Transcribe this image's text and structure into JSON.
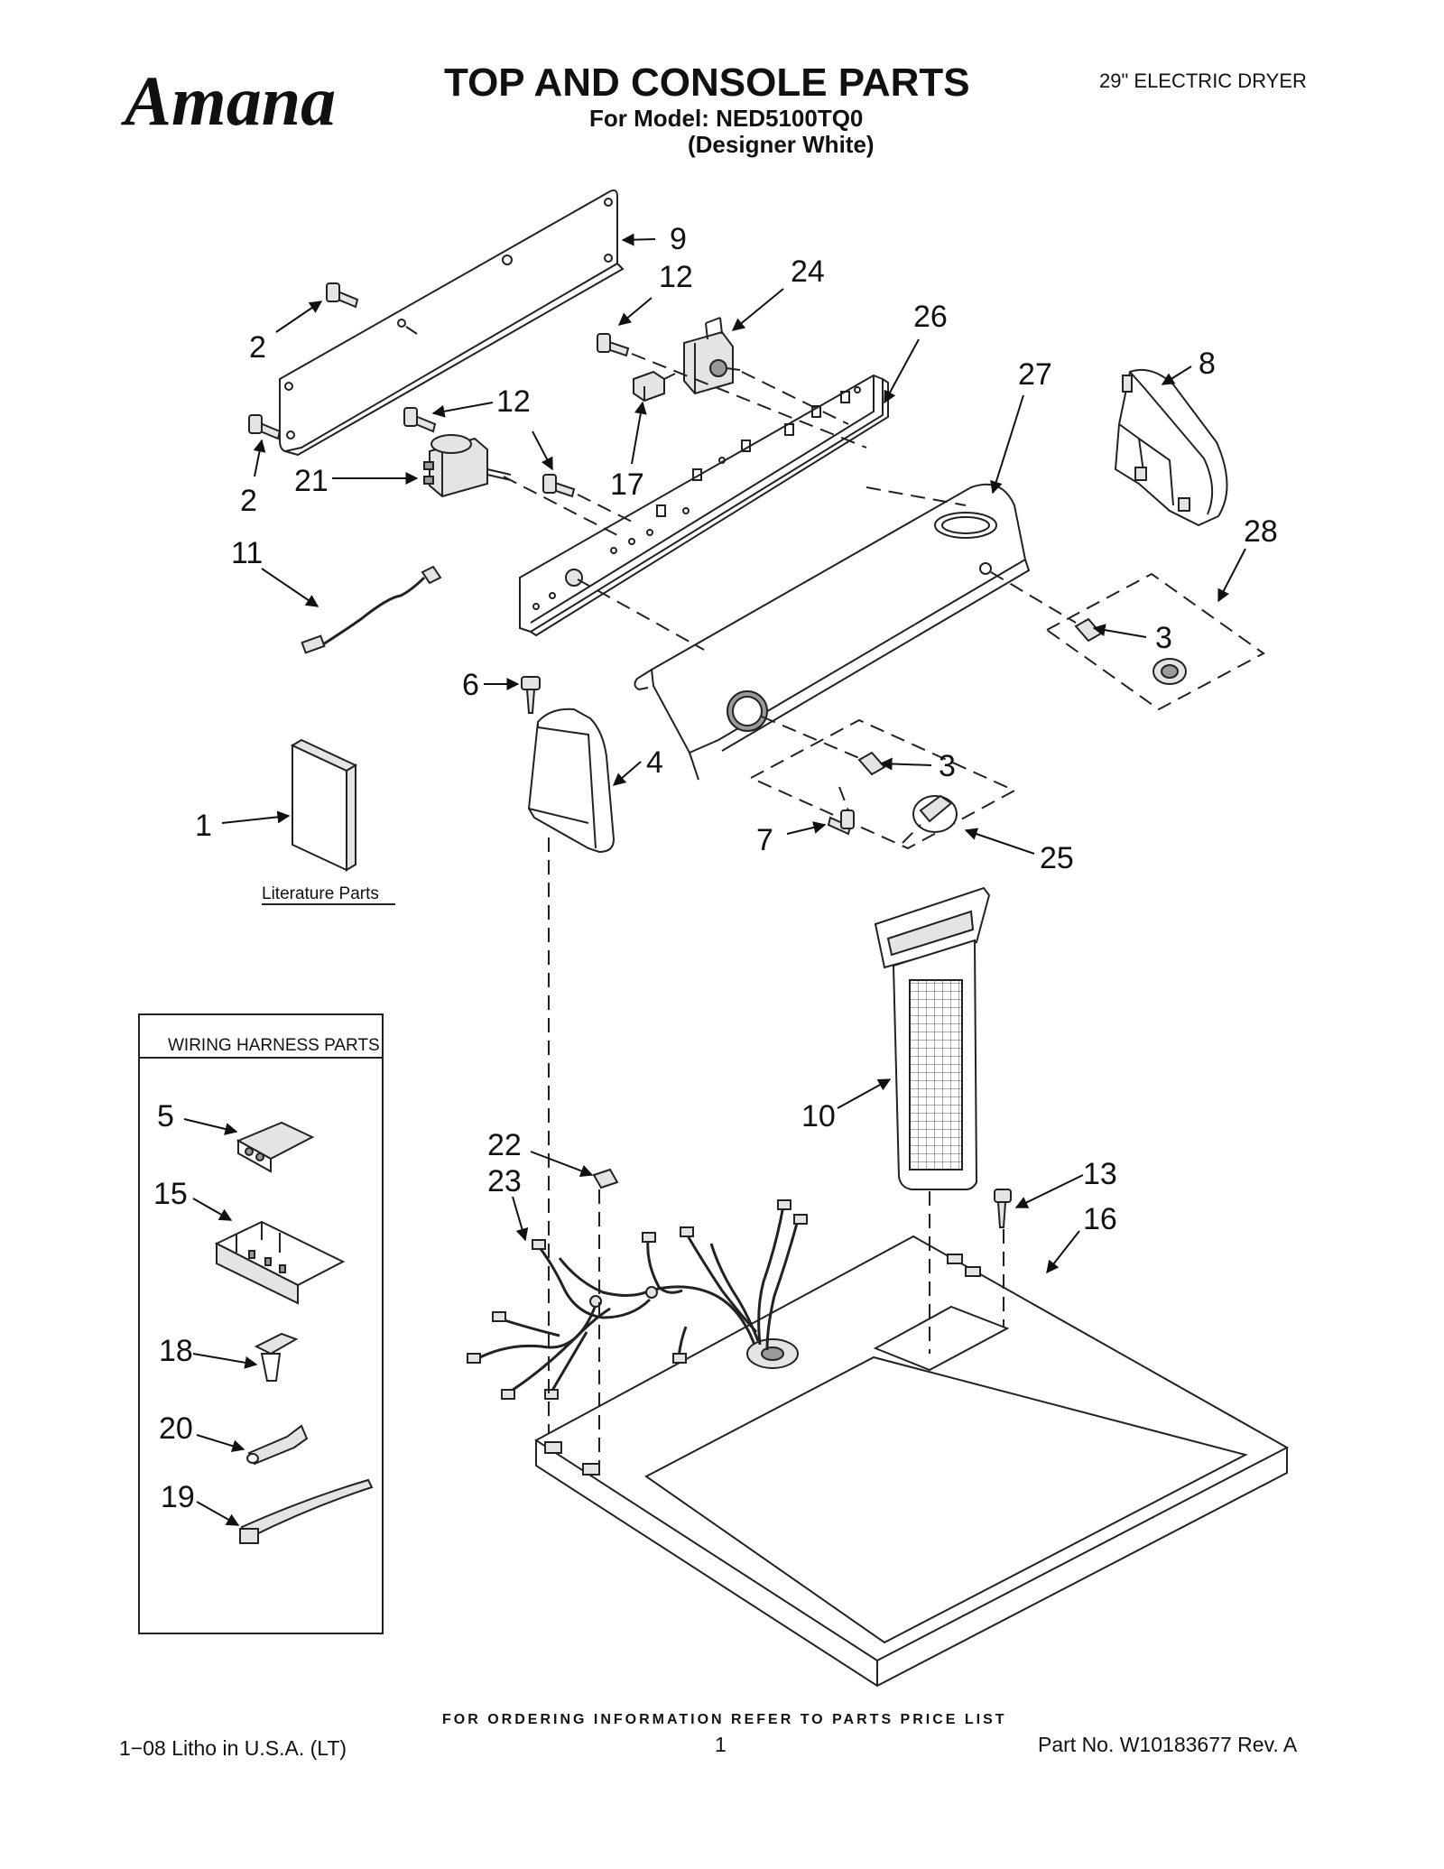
{
  "header": {
    "brand": "Amana",
    "title": "TOP AND CONSOLE PARTS",
    "model_line": "For Model: NED5100TQ0",
    "color_line": "(Designer White)",
    "product": "29\" ELECTRIC DRYER"
  },
  "literature": {
    "label": "Literature Parts"
  },
  "wiring_box": {
    "title": "WIRING HARNESS PARTS"
  },
  "callouts": {
    "c1": "1",
    "c2a": "2",
    "c2b": "2",
    "c3a": "3",
    "c3b": "3",
    "c4": "4",
    "c5": "5",
    "c6": "6",
    "c7": "7",
    "c8": "8",
    "c9": "9",
    "c10": "10",
    "c11": "11",
    "c12a": "12",
    "c12b": "12",
    "c13": "13",
    "c15": "15",
    "c16": "16",
    "c17": "17",
    "c18": "18",
    "c19": "19",
    "c20": "20",
    "c21": "21",
    "c22": "22",
    "c23": "23",
    "c24": "24",
    "c25": "25",
    "c26": "26",
    "c27": "27",
    "c28": "28"
  },
  "footer": {
    "ordering": "FOR ORDERING INFORMATION REFER TO PARTS PRICE LIST",
    "litho": "1−08 Litho in U.S.A. (LT)",
    "page": "1",
    "part_no": "Part No. W10183677 Rev. A"
  }
}
